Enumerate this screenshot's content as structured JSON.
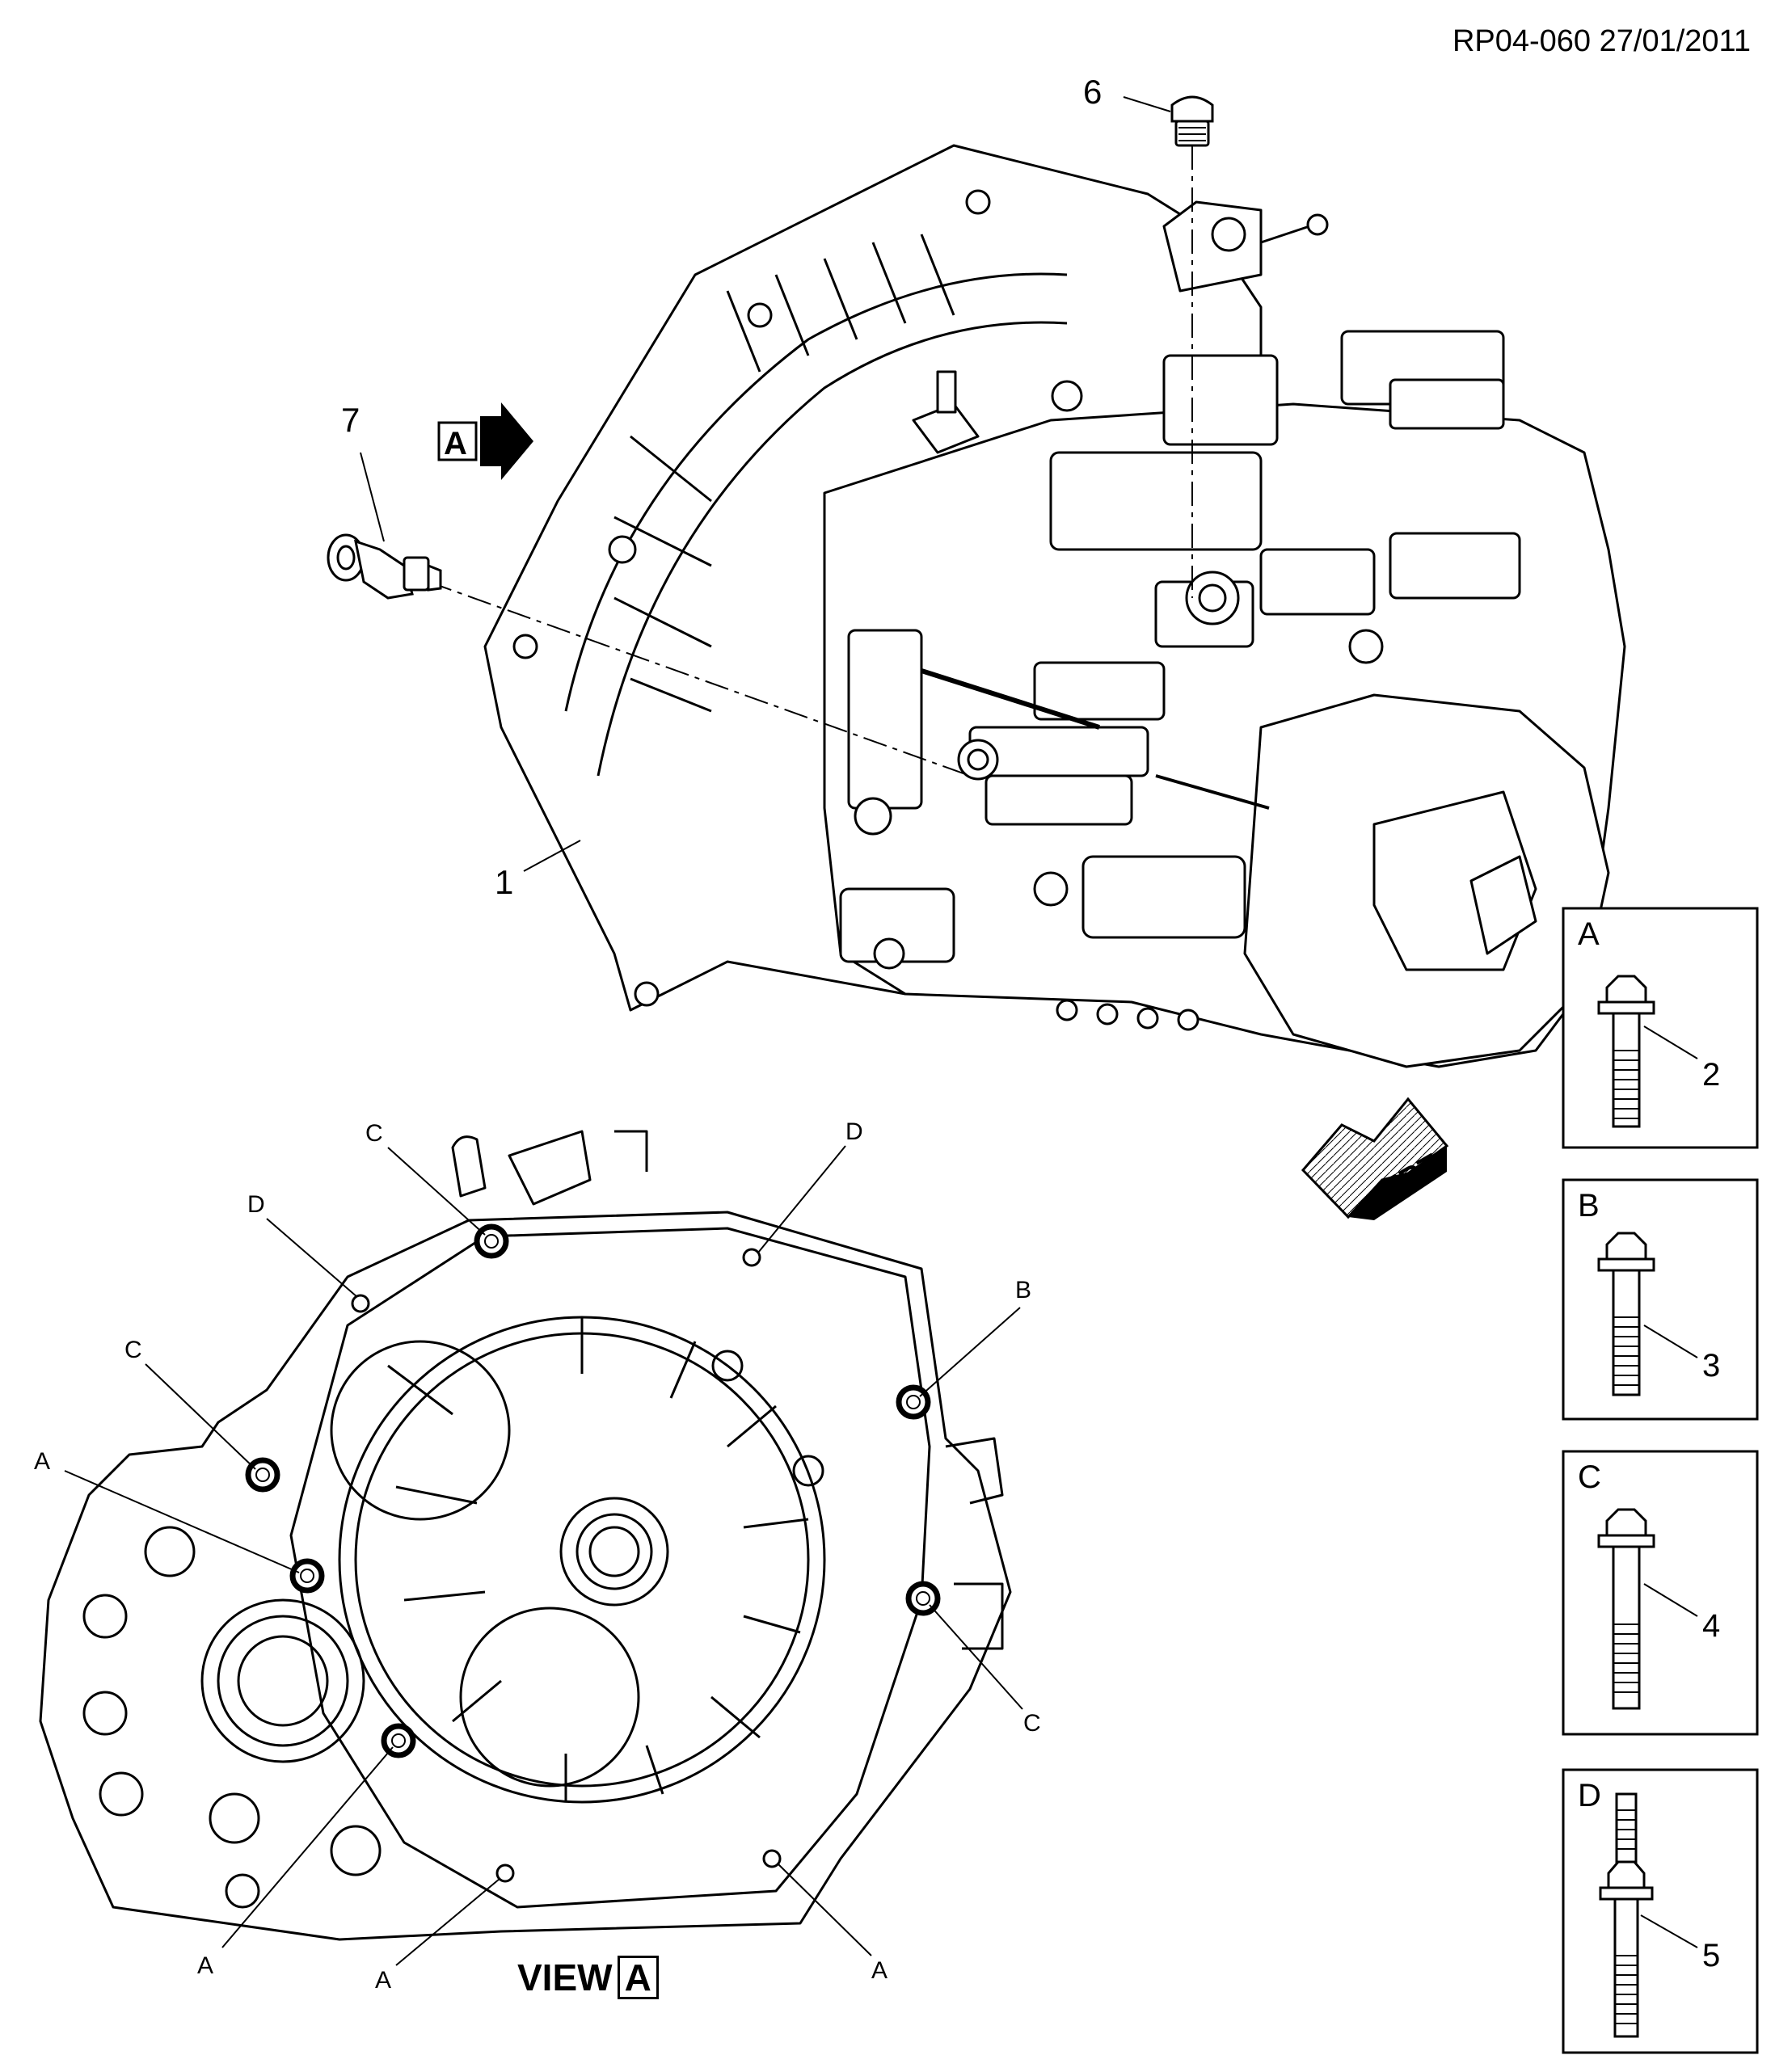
{
  "header": {
    "doc_id": "RP04-060 27/01/2011"
  },
  "callouts": {
    "part_1": "1",
    "part_6": "6",
    "part_7": "7",
    "view_arrow": "A"
  },
  "direction": {
    "front_label": "FRT"
  },
  "view": {
    "caption_word": "VIEW",
    "caption_letter": "A",
    "bolt_letters": [
      "C",
      "D",
      "D",
      "B",
      "C",
      "A",
      "C",
      "A",
      "A",
      "A"
    ]
  },
  "legend_boxes": [
    {
      "letter": "A",
      "part": "2"
    },
    {
      "letter": "B",
      "part": "3"
    },
    {
      "letter": "C",
      "part": "4"
    },
    {
      "letter": "D",
      "part": "5"
    }
  ]
}
